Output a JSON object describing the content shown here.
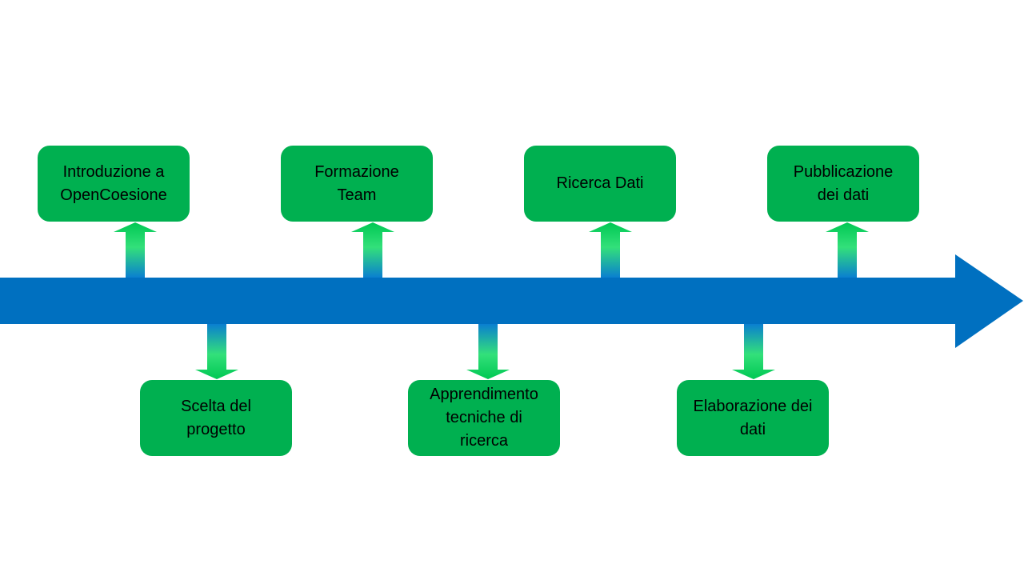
{
  "colors": {
    "axis": "#0070c0",
    "box": "#00b050",
    "connector_top": "#00d25a",
    "connector_bottom": "#0a82d0",
    "text": "#000000"
  },
  "steps": [
    {
      "label": "Introduzione a\nOpenCoesione",
      "position": "above"
    },
    {
      "label": "Scelta del\nprogetto",
      "position": "below"
    },
    {
      "label": "Formazione\nTeam",
      "position": "above"
    },
    {
      "label": "Apprendimento\ntecniche di\nricerca",
      "position": "below"
    },
    {
      "label": "Ricerca Dati",
      "position": "above"
    },
    {
      "label": "Elaborazione dei\ndati",
      "position": "below"
    },
    {
      "label": "Pubblicazione\ndei dati",
      "position": "above"
    }
  ]
}
